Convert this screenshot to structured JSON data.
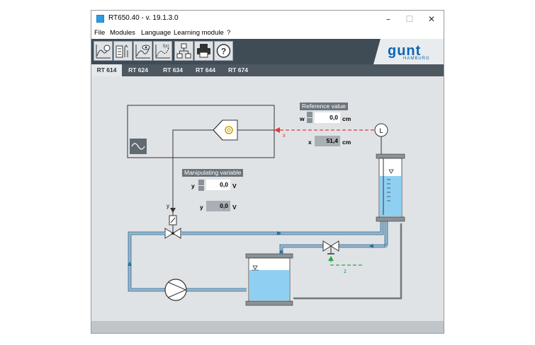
{
  "window": {
    "title": "RT650.40 - v. 19.1.3.0",
    "minimize_glyph": "–",
    "maximize_glyph": "☐",
    "close_glyph": "✕"
  },
  "menu": [
    "File",
    "Modules",
    "Language",
    "Learning module",
    "?"
  ],
  "toolbar": {
    "buttons": [
      "time-plot-icon",
      "bar-chart-icon",
      "watch-plot-icon",
      "function-plot-icon",
      "network-icon",
      "print-icon",
      "help-icon"
    ],
    "logo_text": "gunt",
    "logo_sub": "HAMBURG",
    "accent": "#0d66b5"
  },
  "tabs": [
    {
      "label": "RT 614",
      "active": true
    },
    {
      "label": "RT 624",
      "active": false
    },
    {
      "label": "RT 634",
      "active": false
    },
    {
      "label": "RT 644",
      "active": false
    },
    {
      "label": "RT 674",
      "active": false
    }
  ],
  "reference": {
    "title": "Reference value",
    "w_label": "w",
    "w_value": "0,0",
    "w_unit": "cm",
    "x_label": "x",
    "x_value": "51,4",
    "x_unit": "cm"
  },
  "manipulating": {
    "title": "Manipulating variable",
    "y_label": "y",
    "y_value": "0,0",
    "y_unit": "V",
    "y2_label": "y",
    "y2_value": "0,0",
    "y2_unit": "V"
  },
  "diagram": {
    "signal_x": "x",
    "signal_y": "y",
    "signal_z": "z",
    "level_sensor": "L",
    "colors": {
      "water": "#8fd0f2",
      "pipe": "#9ab4c8",
      "signal_red": "#e23a3a",
      "signal_green": "#2aa84a"
    }
  }
}
